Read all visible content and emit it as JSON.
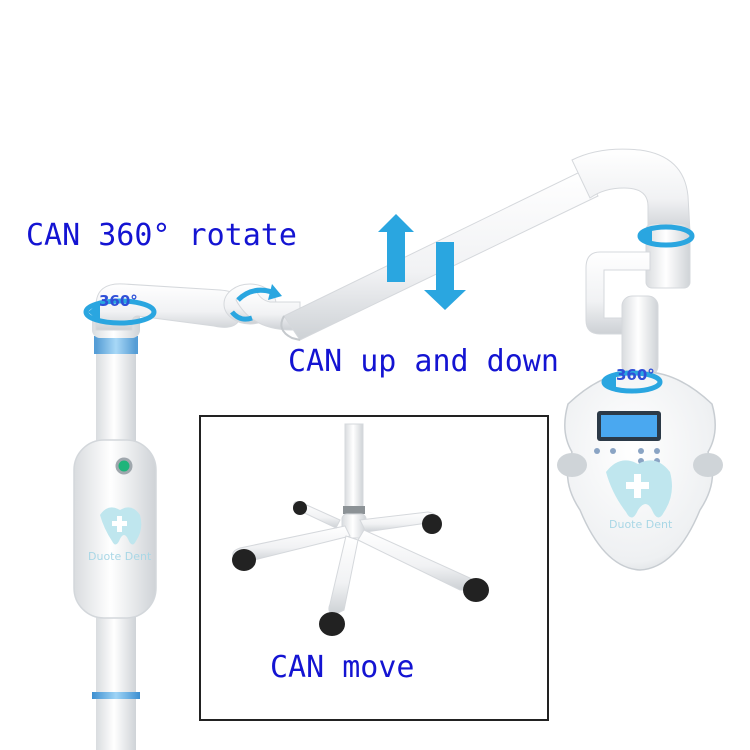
{
  "captions": {
    "rotate": "CAN 360° rotate",
    "up_down": "CAN up and down",
    "move": "CAN move"
  },
  "rotation_labels": {
    "pole_top": "360°",
    "lamp_head": "360°"
  },
  "brand": {
    "pole_unit": "Duote Dent",
    "lamp_head": "Duote Dent"
  },
  "colors": {
    "caption_text": "#1414d2",
    "rotation_arrow": "#2aa6e0",
    "up_down_arrow": "#2aa6e0",
    "device_white": "#f4f5f6",
    "accent_blue_band": "#6cb6e8",
    "power_button": "#1db47a",
    "lcd_display": "#4aa8f0"
  },
  "icons": {
    "rotate": "circular-rotate-arrow-icon",
    "up_down": "up-down-arrows-icon",
    "logo": "tooth-cross-logo"
  }
}
